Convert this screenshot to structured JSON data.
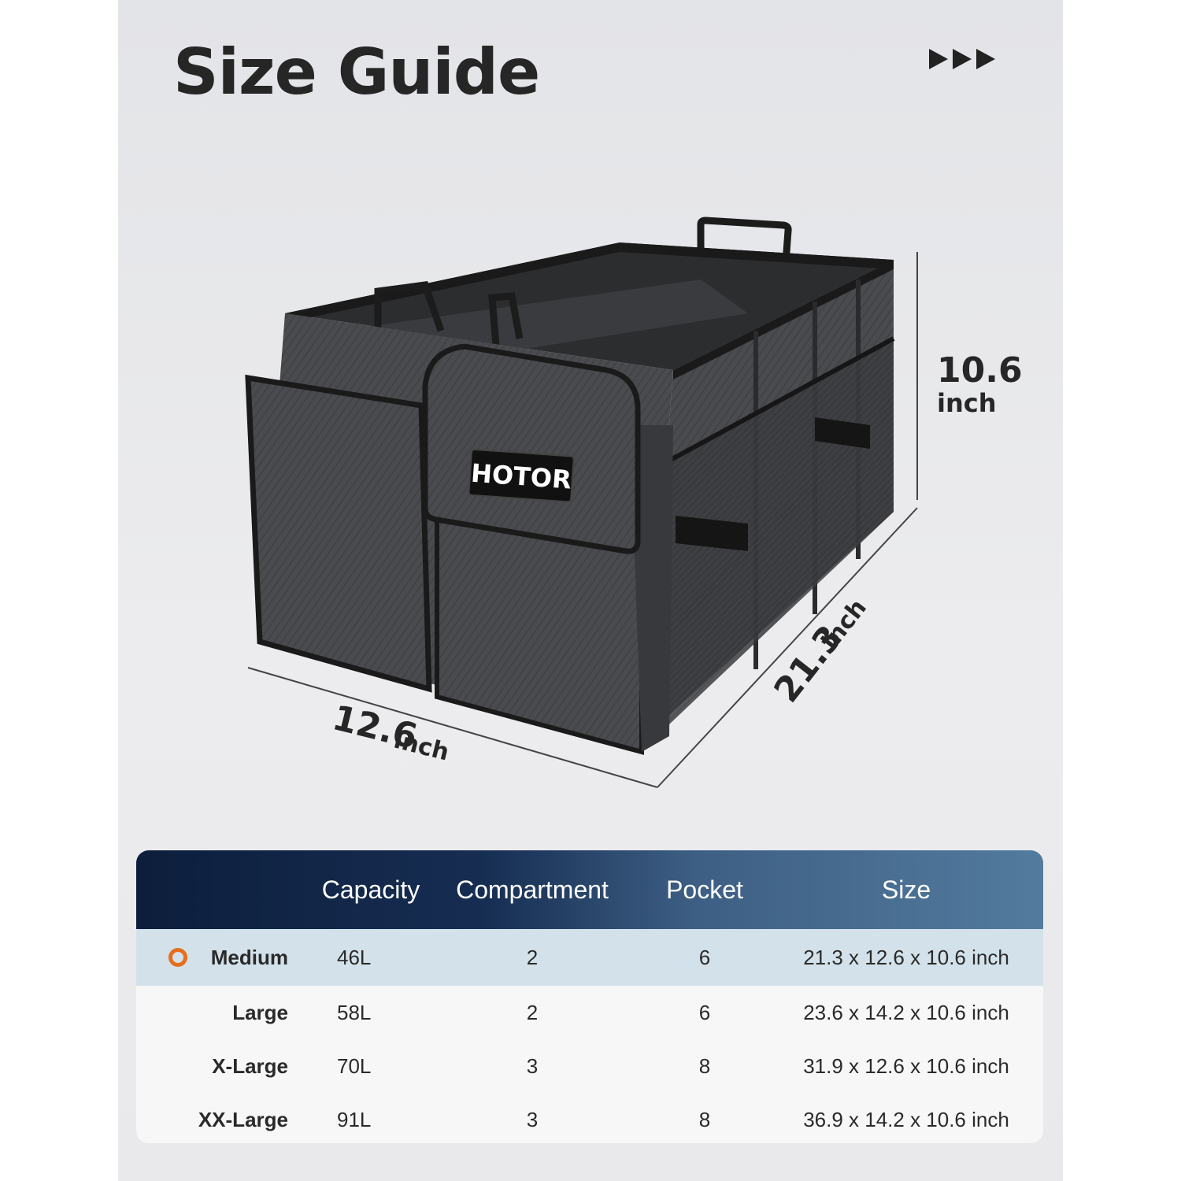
{
  "page": {
    "title": "Size Guide"
  },
  "nav": {
    "icon": "triple-arrow-right-icon"
  },
  "product": {
    "brand": "HOTOR",
    "height_value": "10.6",
    "height_unit": "inch",
    "width_value": "12.6",
    "width_unit": "inch",
    "length_value": "21.3",
    "length_unit": "inch"
  },
  "table": {
    "headers": [
      "",
      "Capacity",
      "Compartment",
      "Pocket",
      "Size"
    ],
    "rows": [
      {
        "name": "Medium",
        "capacity": "46L",
        "compartment": "2",
        "pocket": "6",
        "size": "21.3 x 12.6 x 10.6 inch",
        "selected": true
      },
      {
        "name": "Large",
        "capacity": "58L",
        "compartment": "2",
        "pocket": "6",
        "size": "23.6 x 14.2 x 10.6 inch",
        "selected": false
      },
      {
        "name": "X-Large",
        "capacity": "70L",
        "compartment": "3",
        "pocket": "8",
        "size": "31.9 x 12.6 x 10.6 inch",
        "selected": false
      },
      {
        "name": "XX-Large",
        "capacity": "91L",
        "compartment": "3",
        "pocket": "8",
        "size": "36.9 x 14.2 x 10.6 inch",
        "selected": false
      }
    ]
  },
  "colors": {
    "accent": "#e76e1e",
    "header_dark": "#0d1e3c",
    "header_light": "#527b9e",
    "selected_row": "#d3e2ea"
  }
}
